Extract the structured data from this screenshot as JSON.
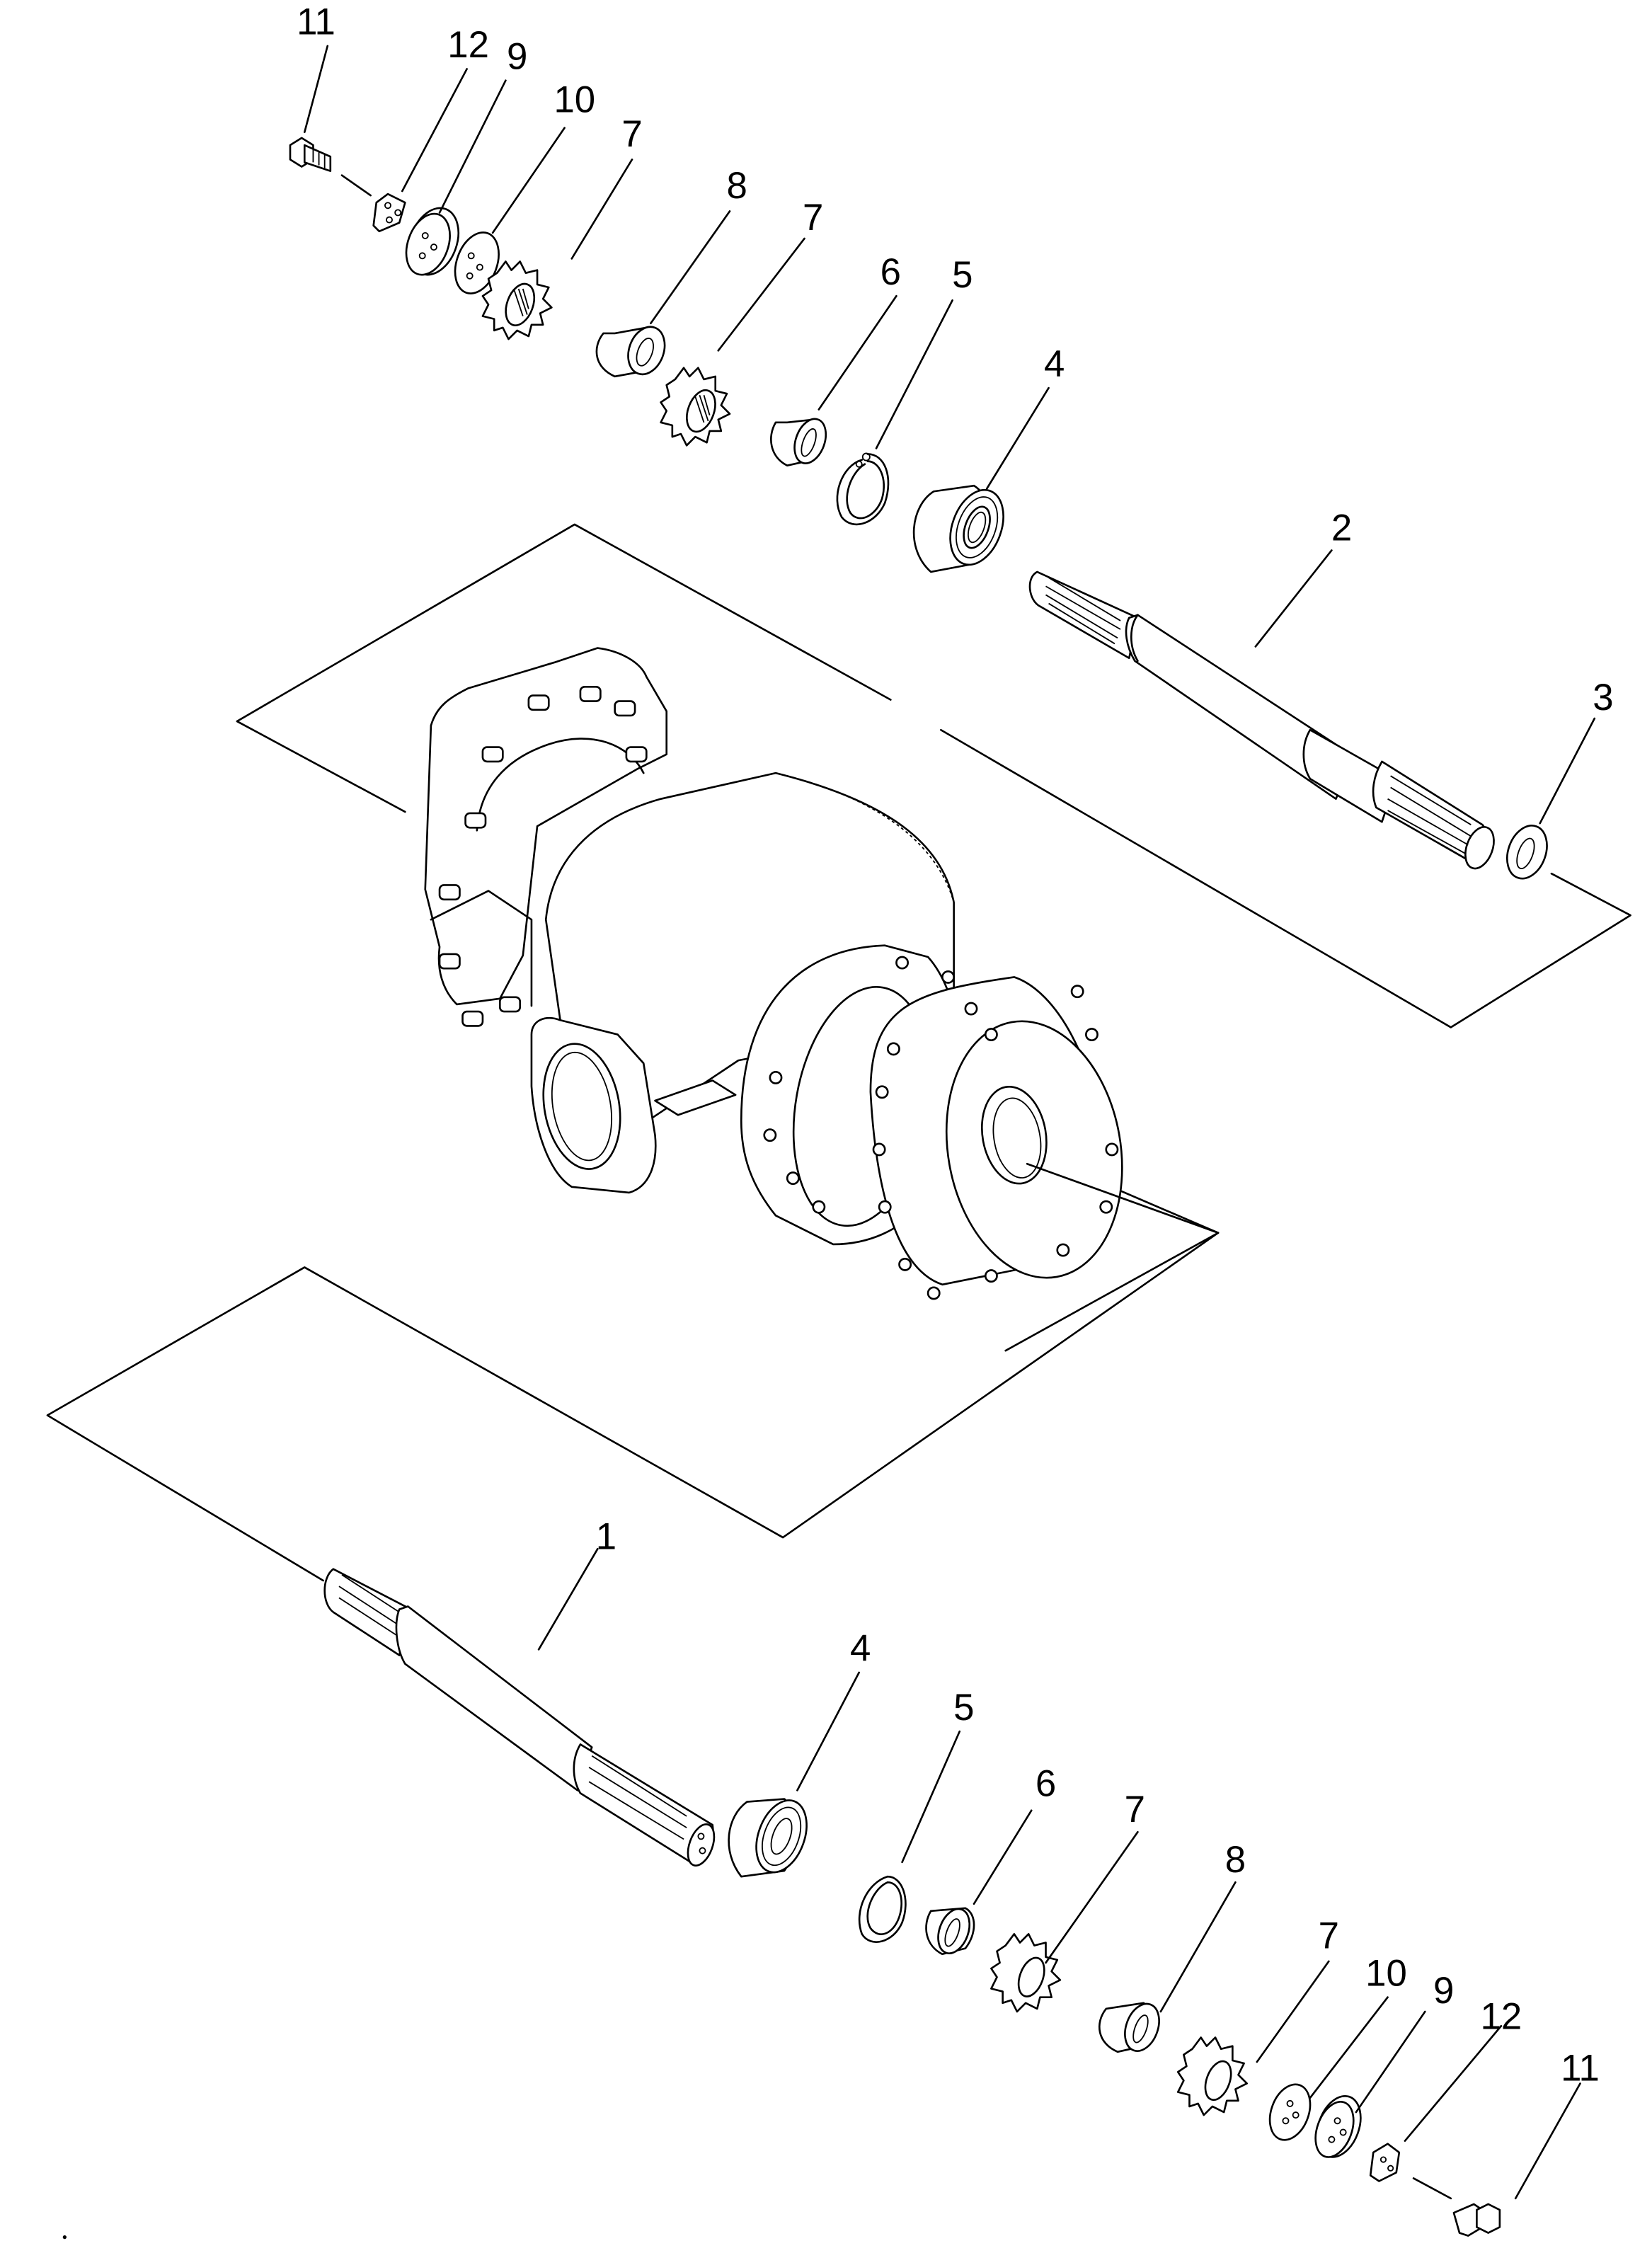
{
  "diagram": {
    "type": "exploded-parts-view",
    "subject": "Final drive / sprocket shaft assembly",
    "colors": {
      "line": "#000000",
      "background": "#ffffff"
    },
    "upper_group": {
      "labels": [
        {
          "id": "11",
          "text": "11",
          "part": "bolt"
        },
        {
          "id": "12",
          "text": "12",
          "part": "lock plate"
        },
        {
          "id": "9",
          "text": "9",
          "part": "retainer plate"
        },
        {
          "id": "10",
          "text": "10",
          "part": "shim"
        },
        {
          "id": "7a",
          "text": "7",
          "part": "sprocket"
        },
        {
          "id": "8",
          "text": "8",
          "part": "spacer"
        },
        {
          "id": "7b",
          "text": "7",
          "part": "sprocket"
        },
        {
          "id": "6",
          "text": "6",
          "part": "spacer"
        },
        {
          "id": "5",
          "text": "5",
          "part": "snap ring"
        },
        {
          "id": "4",
          "text": "4",
          "part": "ball bearing"
        },
        {
          "id": "2",
          "text": "2",
          "part": "shaft"
        },
        {
          "id": "3",
          "text": "3",
          "part": "seal ring"
        }
      ]
    },
    "lower_group": {
      "labels": [
        {
          "id": "1",
          "text": "1",
          "part": "shaft"
        },
        {
          "id": "4",
          "text": "4",
          "part": "ball bearing"
        },
        {
          "id": "5",
          "text": "5",
          "part": "snap ring"
        },
        {
          "id": "6",
          "text": "6",
          "part": "spacer"
        },
        {
          "id": "7a",
          "text": "7",
          "part": "sprocket"
        },
        {
          "id": "8",
          "text": "8",
          "part": "spacer"
        },
        {
          "id": "7b",
          "text": "7",
          "part": "sprocket"
        },
        {
          "id": "10",
          "text": "10",
          "part": "shim"
        },
        {
          "id": "9",
          "text": "9",
          "part": "retainer plate"
        },
        {
          "id": "12",
          "text": "12",
          "part": "lock plate"
        },
        {
          "id": "11",
          "text": "11",
          "part": "bolt"
        }
      ]
    },
    "center": {
      "part": "transmission / final drive housing"
    }
  }
}
